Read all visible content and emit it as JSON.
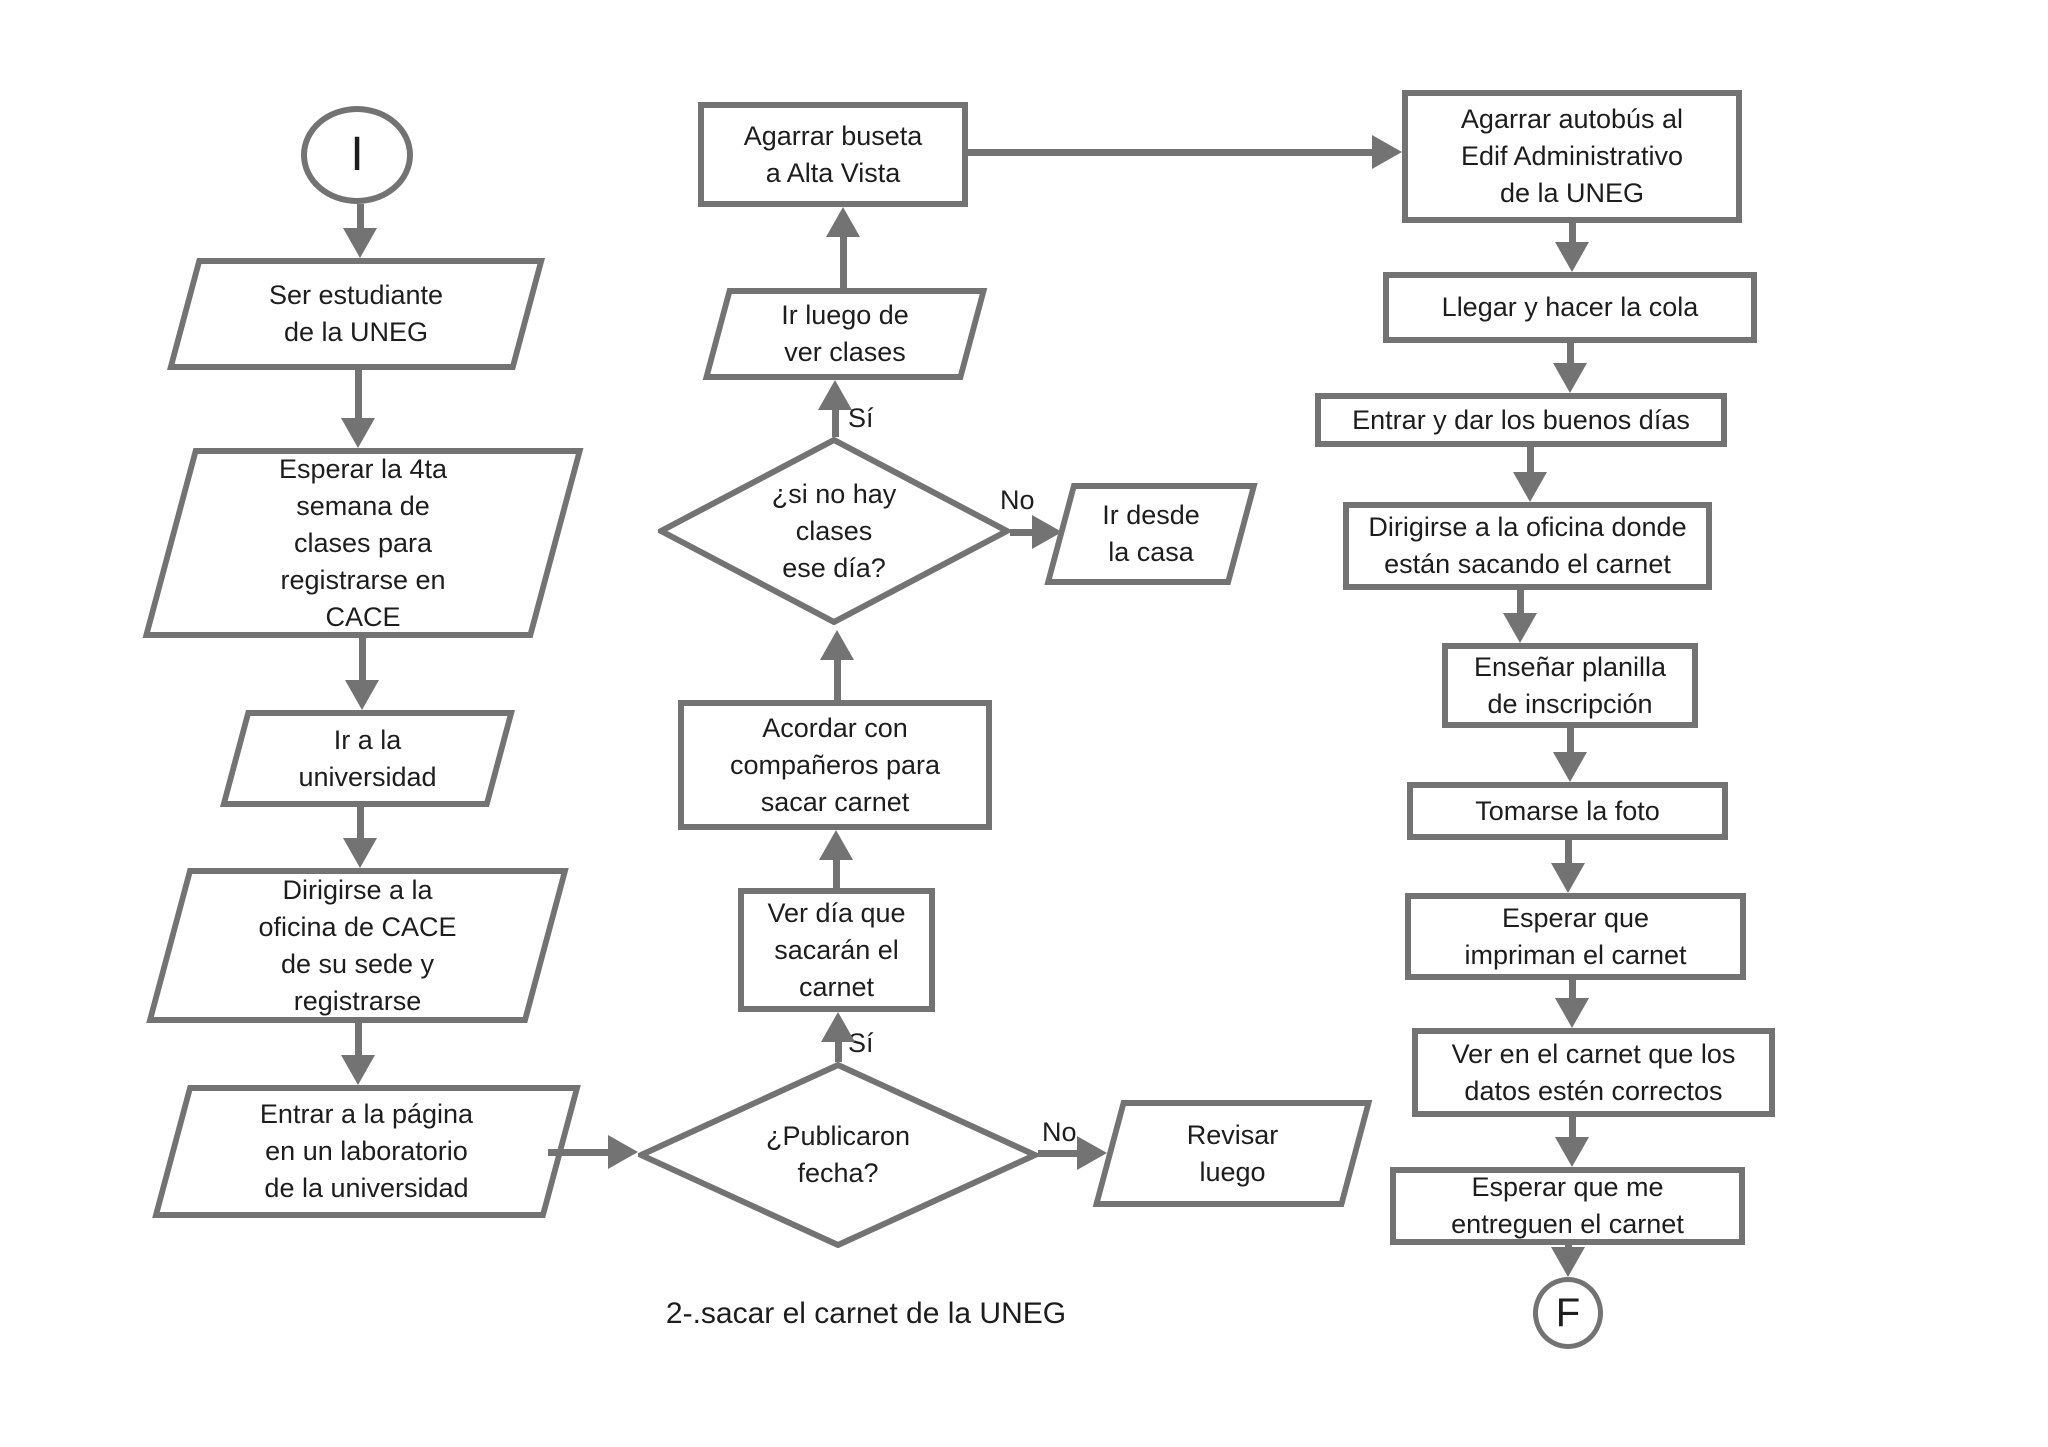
{
  "title": "2-.sacar el carnet de la UNEG",
  "colors": {
    "stroke": "#737373",
    "text": "#1d1d1d",
    "fill": "#ffffff",
    "background": "#ffffff"
  },
  "nodes": {
    "inicio": {
      "shape": "start-circle",
      "text": "I"
    },
    "ser_estudiante": {
      "shape": "io-parallelogram",
      "text": "Ser estudiante\nde la UNEG"
    },
    "esperar_4ta": {
      "shape": "io-parallelogram",
      "text": "Esperar la 4ta\nsemana de\nclases para\nregistrarse en\nCACE"
    },
    "ir_universidad": {
      "shape": "io-parallelogram",
      "text": "Ir a la\nuniversidad"
    },
    "dirigirse_cace": {
      "shape": "io-parallelogram",
      "text": "Dirigirse a la\noficina de CACE\nde su sede y\nregistrarse"
    },
    "entrar_pagina": {
      "shape": "io-parallelogram",
      "text": "Entrar a la página\nen un laboratorio\nde la universidad"
    },
    "publicaron_fecha": {
      "shape": "decision-diamond",
      "text": "¿Publicaron\nfecha?"
    },
    "revisar_luego": {
      "shape": "io-parallelogram",
      "text": "Revisar\nluego"
    },
    "ver_dia": {
      "shape": "process-rect",
      "text": "Ver día que\nsacarán el\ncarnet"
    },
    "acordar": {
      "shape": "process-rect",
      "text": "Acordar con\ncompañeros para\nsacar carnet"
    },
    "no_hay_clases": {
      "shape": "decision-diamond",
      "text": "¿si no hay\nclases\nese día?"
    },
    "ir_desde_casa": {
      "shape": "io-parallelogram",
      "text": "Ir desde\nla casa"
    },
    "ir_luego": {
      "shape": "io-parallelogram",
      "text": "Ir luego de\nver clases"
    },
    "agarrar_buseta": {
      "shape": "process-rect",
      "text": "Agarrar buseta\na Alta Vista"
    },
    "agarrar_autobus": {
      "shape": "process-rect",
      "text": "Agarrar autobús al\nEdif Administrativo\nde la UNEG"
    },
    "llegar_cola": {
      "shape": "process-rect",
      "text": "Llegar y hacer la cola"
    },
    "entrar_dar": {
      "shape": "process-rect",
      "text": "Entrar y dar los buenos días"
    },
    "dirigirse_oficina": {
      "shape": "process-rect",
      "text": "Dirigirse a la oficina donde\nestán sacando el carnet"
    },
    "ensenar_planilla": {
      "shape": "process-rect",
      "text": "Enseñar planilla\nde inscripción"
    },
    "tomarse_foto": {
      "shape": "process-rect",
      "text": "Tomarse la foto"
    },
    "esperar_impriman": {
      "shape": "process-rect",
      "text": "Esperar que\nimpriman el carnet"
    },
    "ver_carnet_datos": {
      "shape": "process-rect",
      "text": "Ver en el carnet que los\ndatos estén correctos"
    },
    "esperar_entreguen": {
      "shape": "process-rect",
      "text": "Esperar que me\nentreguen el carnet"
    },
    "fin": {
      "shape": "end-circle",
      "text": "F"
    }
  },
  "edges": [
    {
      "from": "inicio",
      "to": "ser_estudiante"
    },
    {
      "from": "ser_estudiante",
      "to": "esperar_4ta"
    },
    {
      "from": "esperar_4ta",
      "to": "ir_universidad"
    },
    {
      "from": "ir_universidad",
      "to": "dirigirse_cace"
    },
    {
      "from": "dirigirse_cace",
      "to": "entrar_pagina"
    },
    {
      "from": "entrar_pagina",
      "to": "publicaron_fecha"
    },
    {
      "from": "publicaron_fecha",
      "to": "ver_dia",
      "label": "Sí"
    },
    {
      "from": "publicaron_fecha",
      "to": "revisar_luego",
      "label": "No"
    },
    {
      "from": "ver_dia",
      "to": "acordar"
    },
    {
      "from": "acordar",
      "to": "no_hay_clases"
    },
    {
      "from": "no_hay_clases",
      "to": "ir_luego",
      "label": "Sí"
    },
    {
      "from": "no_hay_clases",
      "to": "ir_desde_casa",
      "label": "No"
    },
    {
      "from": "ir_luego",
      "to": "agarrar_buseta"
    },
    {
      "from": "agarrar_buseta",
      "to": "agarrar_autobus"
    },
    {
      "from": "agarrar_autobus",
      "to": "llegar_cola"
    },
    {
      "from": "llegar_cola",
      "to": "entrar_dar"
    },
    {
      "from": "entrar_dar",
      "to": "dirigirse_oficina"
    },
    {
      "from": "dirigirse_oficina",
      "to": "ensenar_planilla"
    },
    {
      "from": "ensenar_planilla",
      "to": "tomarse_foto"
    },
    {
      "from": "tomarse_foto",
      "to": "esperar_impriman"
    },
    {
      "from": "esperar_impriman",
      "to": "ver_carnet_datos"
    },
    {
      "from": "ver_carnet_datos",
      "to": "esperar_entreguen"
    },
    {
      "from": "esperar_entreguen",
      "to": "fin"
    }
  ]
}
